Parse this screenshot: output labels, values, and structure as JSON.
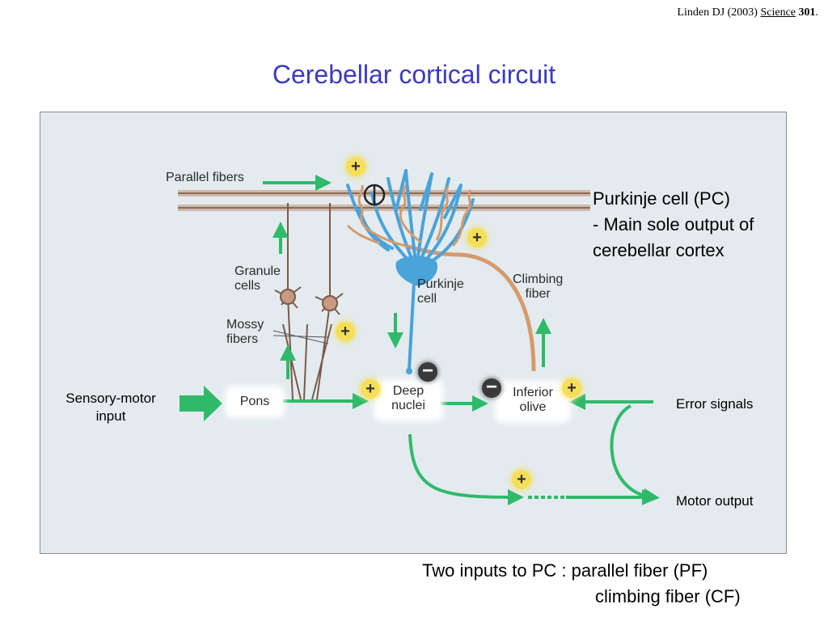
{
  "citation": {
    "authors": "Linden DJ (2003)",
    "journal": "Science",
    "volume": "301",
    "end": "."
  },
  "title": "Cerebellar cortical circuit",
  "figure": {
    "labels": {
      "parallel_fibers": "Parallel fibers",
      "granule_cells": [
        "Granule",
        "cells"
      ],
      "mossy_fibers": [
        "Mossy",
        "fibers"
      ],
      "purkinje_cell": [
        "Purkinje",
        "cell"
      ],
      "climbing_fiber": [
        "Climbing",
        "fiber"
      ],
      "pons": "Pons",
      "deep_nuclei": [
        "Deep",
        "nuclei"
      ],
      "inferior_olive": [
        "Inferior",
        "olive"
      ]
    },
    "signs": {
      "excitatory": "+",
      "inhibitory": "−"
    },
    "colors": {
      "arrow": "#2fba6a",
      "purkinje": "#4aa3d9",
      "climbing": "#d69a6d",
      "fiber": "#7a5a48",
      "badge_plus": "#f6df58",
      "badge_minus": "#3a3a3a"
    }
  },
  "side_labels": {
    "sensory_motor_input": [
      "Sensory-motor",
      "input"
    ],
    "error_signals": "Error signals",
    "motor_output": "Motor output"
  },
  "pc_note": [
    "Purkinje cell (PC)",
    "- Main sole output of",
    "cerebellar cortex"
  ],
  "bottom_note": [
    "Two inputs to PC : parallel fiber (PF)",
    "climbing fiber (CF)"
  ]
}
